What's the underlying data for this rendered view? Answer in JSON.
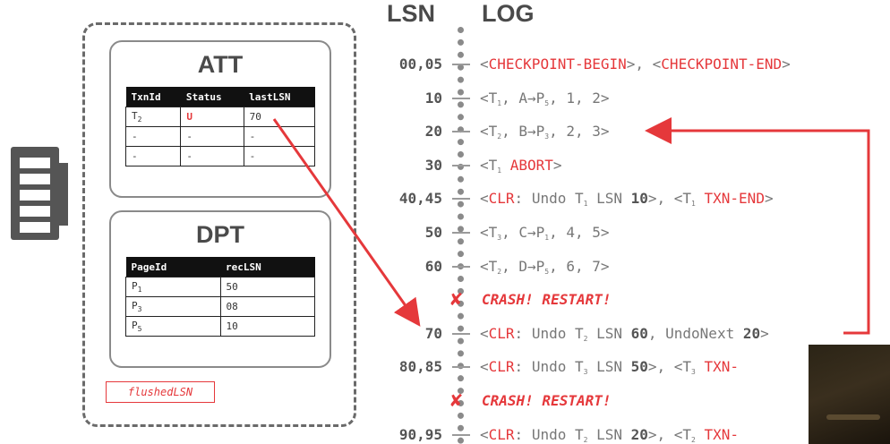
{
  "headers": {
    "lsn": "LSN",
    "log": "LOG"
  },
  "att": {
    "title": "ATT",
    "columns": [
      "TxnId",
      "Status",
      "lastLSN"
    ],
    "rows": [
      {
        "txn": "T",
        "txn_sub": "2",
        "status": "U",
        "last": "70"
      },
      {
        "txn": "-",
        "txn_sub": "",
        "status": "-",
        "last": "-"
      },
      {
        "txn": "-",
        "txn_sub": "",
        "status": "-",
        "last": "-"
      }
    ]
  },
  "dpt": {
    "title": "DPT",
    "columns": [
      "PageId",
      "recLSN"
    ],
    "rows": [
      {
        "page": "P",
        "page_sub": "1",
        "rec": "50"
      },
      {
        "page": "P",
        "page_sub": "3",
        "rec": "08"
      },
      {
        "page": "P",
        "page_sub": "5",
        "rec": "10"
      }
    ]
  },
  "flushed": "flushedLSN",
  "log": [
    {
      "lsn": "00,05",
      "parts": [
        [
          "<",
          ""
        ],
        [
          "CHECKPOINT-BEGIN",
          "red"
        ],
        [
          ">, <",
          ""
        ],
        [
          "CHECKPOINT-END",
          "red"
        ],
        [
          ">",
          ""
        ]
      ]
    },
    {
      "lsn": "10",
      "parts": [
        [
          "<T",
          ""
        ],
        [
          "1",
          "sub"
        ],
        [
          ", A→P",
          ""
        ],
        [
          "5",
          "sub"
        ],
        [
          ", 1, 2>",
          ""
        ]
      ]
    },
    {
      "lsn": "20",
      "parts": [
        [
          "<T",
          ""
        ],
        [
          "2",
          "sub"
        ],
        [
          ", B→P",
          ""
        ],
        [
          "3",
          "sub"
        ],
        [
          ", 2, 3>",
          ""
        ]
      ]
    },
    {
      "lsn": "30",
      "parts": [
        [
          "<T",
          ""
        ],
        [
          "1",
          "sub"
        ],
        [
          " ",
          ""
        ],
        [
          "ABORT",
          "red"
        ],
        [
          ">",
          ""
        ]
      ]
    },
    {
      "lsn": "40,45",
      "parts": [
        [
          "<",
          ""
        ],
        [
          "CLR",
          "red"
        ],
        [
          ": Undo T",
          ""
        ],
        [
          "1",
          "sub"
        ],
        [
          " LSN ",
          ""
        ],
        [
          "10",
          "b"
        ],
        [
          ">, <T",
          ""
        ],
        [
          "1",
          "sub"
        ],
        [
          " ",
          ""
        ],
        [
          "TXN-END",
          "red"
        ],
        [
          ">",
          ""
        ]
      ]
    },
    {
      "lsn": "50",
      "parts": [
        [
          "<T",
          ""
        ],
        [
          "3",
          "sub"
        ],
        [
          ", C→P",
          ""
        ],
        [
          "1",
          "sub"
        ],
        [
          ", 4, 5>",
          ""
        ]
      ]
    },
    {
      "lsn": "60",
      "parts": [
        [
          "<T",
          ""
        ],
        [
          "2",
          "sub"
        ],
        [
          ", D→P",
          ""
        ],
        [
          "5",
          "sub"
        ],
        [
          ", 6, 7>",
          ""
        ]
      ]
    },
    {
      "lsn": "",
      "crash": "CRASH! RESTART!"
    },
    {
      "lsn": "70",
      "parts": [
        [
          "<",
          ""
        ],
        [
          "CLR",
          "red"
        ],
        [
          ": Undo T",
          ""
        ],
        [
          "2",
          "sub"
        ],
        [
          " LSN ",
          ""
        ],
        [
          "60",
          "b"
        ],
        [
          ", UndoNext ",
          ""
        ],
        [
          "20",
          "b"
        ],
        [
          ">",
          ""
        ]
      ]
    },
    {
      "lsn": "80,85",
      "parts": [
        [
          "<",
          ""
        ],
        [
          "CLR",
          "red"
        ],
        [
          ": Undo T",
          ""
        ],
        [
          "3",
          "sub"
        ],
        [
          " LSN ",
          ""
        ],
        [
          "50",
          "b"
        ],
        [
          ">, <T",
          ""
        ],
        [
          "3",
          "sub"
        ],
        [
          " ",
          ""
        ],
        [
          "TXN-",
          "red"
        ]
      ]
    },
    {
      "lsn": "",
      "crash": "CRASH! RESTART!"
    },
    {
      "lsn": "90,95",
      "parts": [
        [
          "<",
          ""
        ],
        [
          "CLR",
          "red"
        ],
        [
          ": Undo T",
          ""
        ],
        [
          "2",
          "sub"
        ],
        [
          " LSN ",
          ""
        ],
        [
          "20",
          "b"
        ],
        [
          ">, <T",
          ""
        ],
        [
          "2",
          "sub"
        ],
        [
          " ",
          ""
        ],
        [
          "TXN-",
          "red"
        ]
      ]
    }
  ],
  "colors": {
    "accent": "#e5383b",
    "dark": "#4a4a4a"
  }
}
